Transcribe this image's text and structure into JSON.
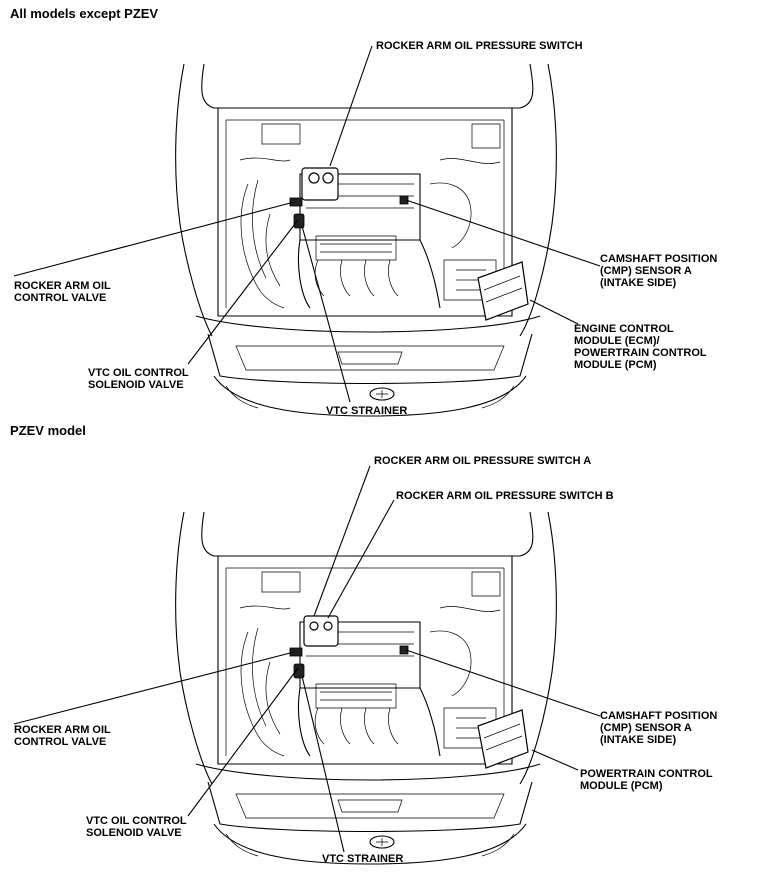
{
  "sections": [
    {
      "title": "All models except PZEV",
      "labels": {
        "rocker_switch": "ROCKER ARM OIL PRESSURE SWITCH",
        "rocker_valve": "ROCKER ARM OIL\nCONTROL VALVE",
        "vtc_solenoid": "VTC OIL CONTROL\nSOLENOID VALVE",
        "vtc_strainer": "VTC STRAINER",
        "cmp_sensor": "CAMSHAFT POSITION\n(CMP) SENSOR A\n(INTAKE SIDE)",
        "module": "ENGINE CONTROL\nMODULE (ECM)/\nPOWERTRAIN CONTROL\nMODULE (PCM)"
      }
    },
    {
      "title": "PZEV model",
      "labels": {
        "rocker_switch_a": "ROCKER ARM OIL PRESSURE SWITCH A",
        "rocker_switch_b": "ROCKER ARM OIL PRESSURE SWITCH B",
        "rocker_valve": "ROCKER ARM OIL\nCONTROL VALVE",
        "vtc_solenoid": "VTC OIL CONTROL\nSOLENOID VALVE",
        "vtc_strainer": "VTC STRAINER",
        "cmp_sensor": "CAMSHAFT POSITION\n(CMP) SENSOR A\n(INTAKE SIDE)",
        "module": "POWERTRAIN CONTROL\nMODULE (PCM)"
      }
    }
  ]
}
